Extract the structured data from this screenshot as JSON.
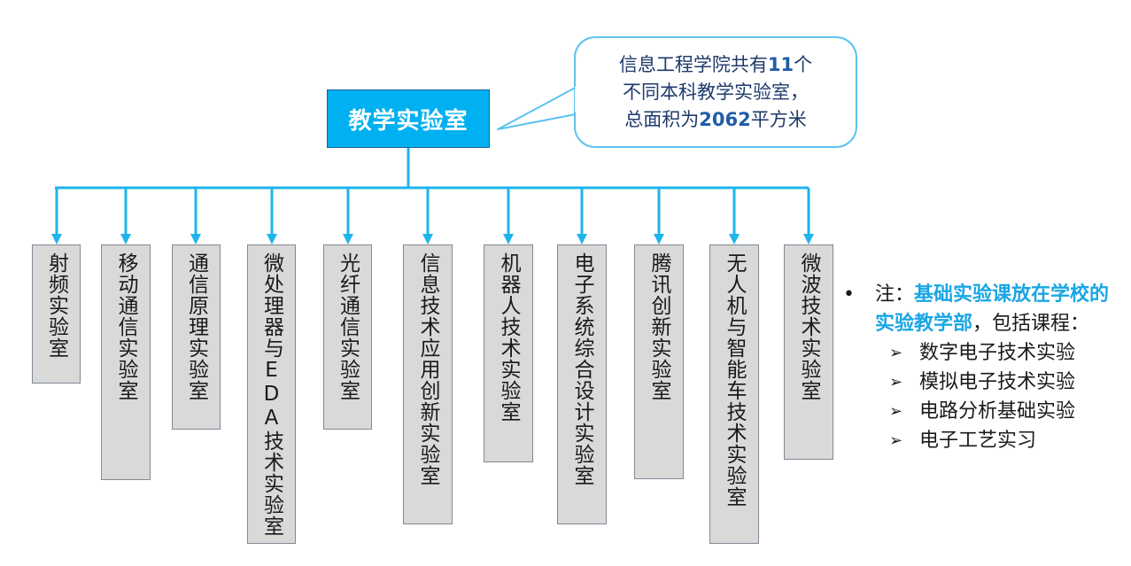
{
  "root": {
    "label": "教学实验室"
  },
  "callout": {
    "line1_prefix": "信息工程学院共有",
    "line1_number": "11",
    "line1_suffix": "个",
    "line2": "不同本科教学实验室，",
    "line3_prefix": "总面积为",
    "line3_number": "2062",
    "line3_suffix": "平方米"
  },
  "labs": [
    "射频实验室",
    "移动通信实验室",
    "通信原理实验室",
    "微处理器与EDA技术实验室",
    "光纤通信实验室",
    "信息技术应用创新实验室",
    "机器人技术实验室",
    "电子系统综合设计实验室",
    "腾讯创新实验室",
    "无人机与智能车技术实验室",
    "微波技术实验室"
  ],
  "note": {
    "bullet": "•",
    "prefix": "注：",
    "highlight": "基础实验课放在学校的实验教学部",
    "suffix": "，包括课程：",
    "courses": [
      "数字电子技术实验",
      "模拟电子技术实验",
      "电路分析基础实验",
      "电子工艺实习"
    ],
    "course_marker": "➢"
  },
  "colors": {
    "root_fill": "#00b0f0",
    "connector": "#1fb4ec",
    "lab_fill": "#d9d9d9",
    "highlight": "#1aa6e4"
  }
}
